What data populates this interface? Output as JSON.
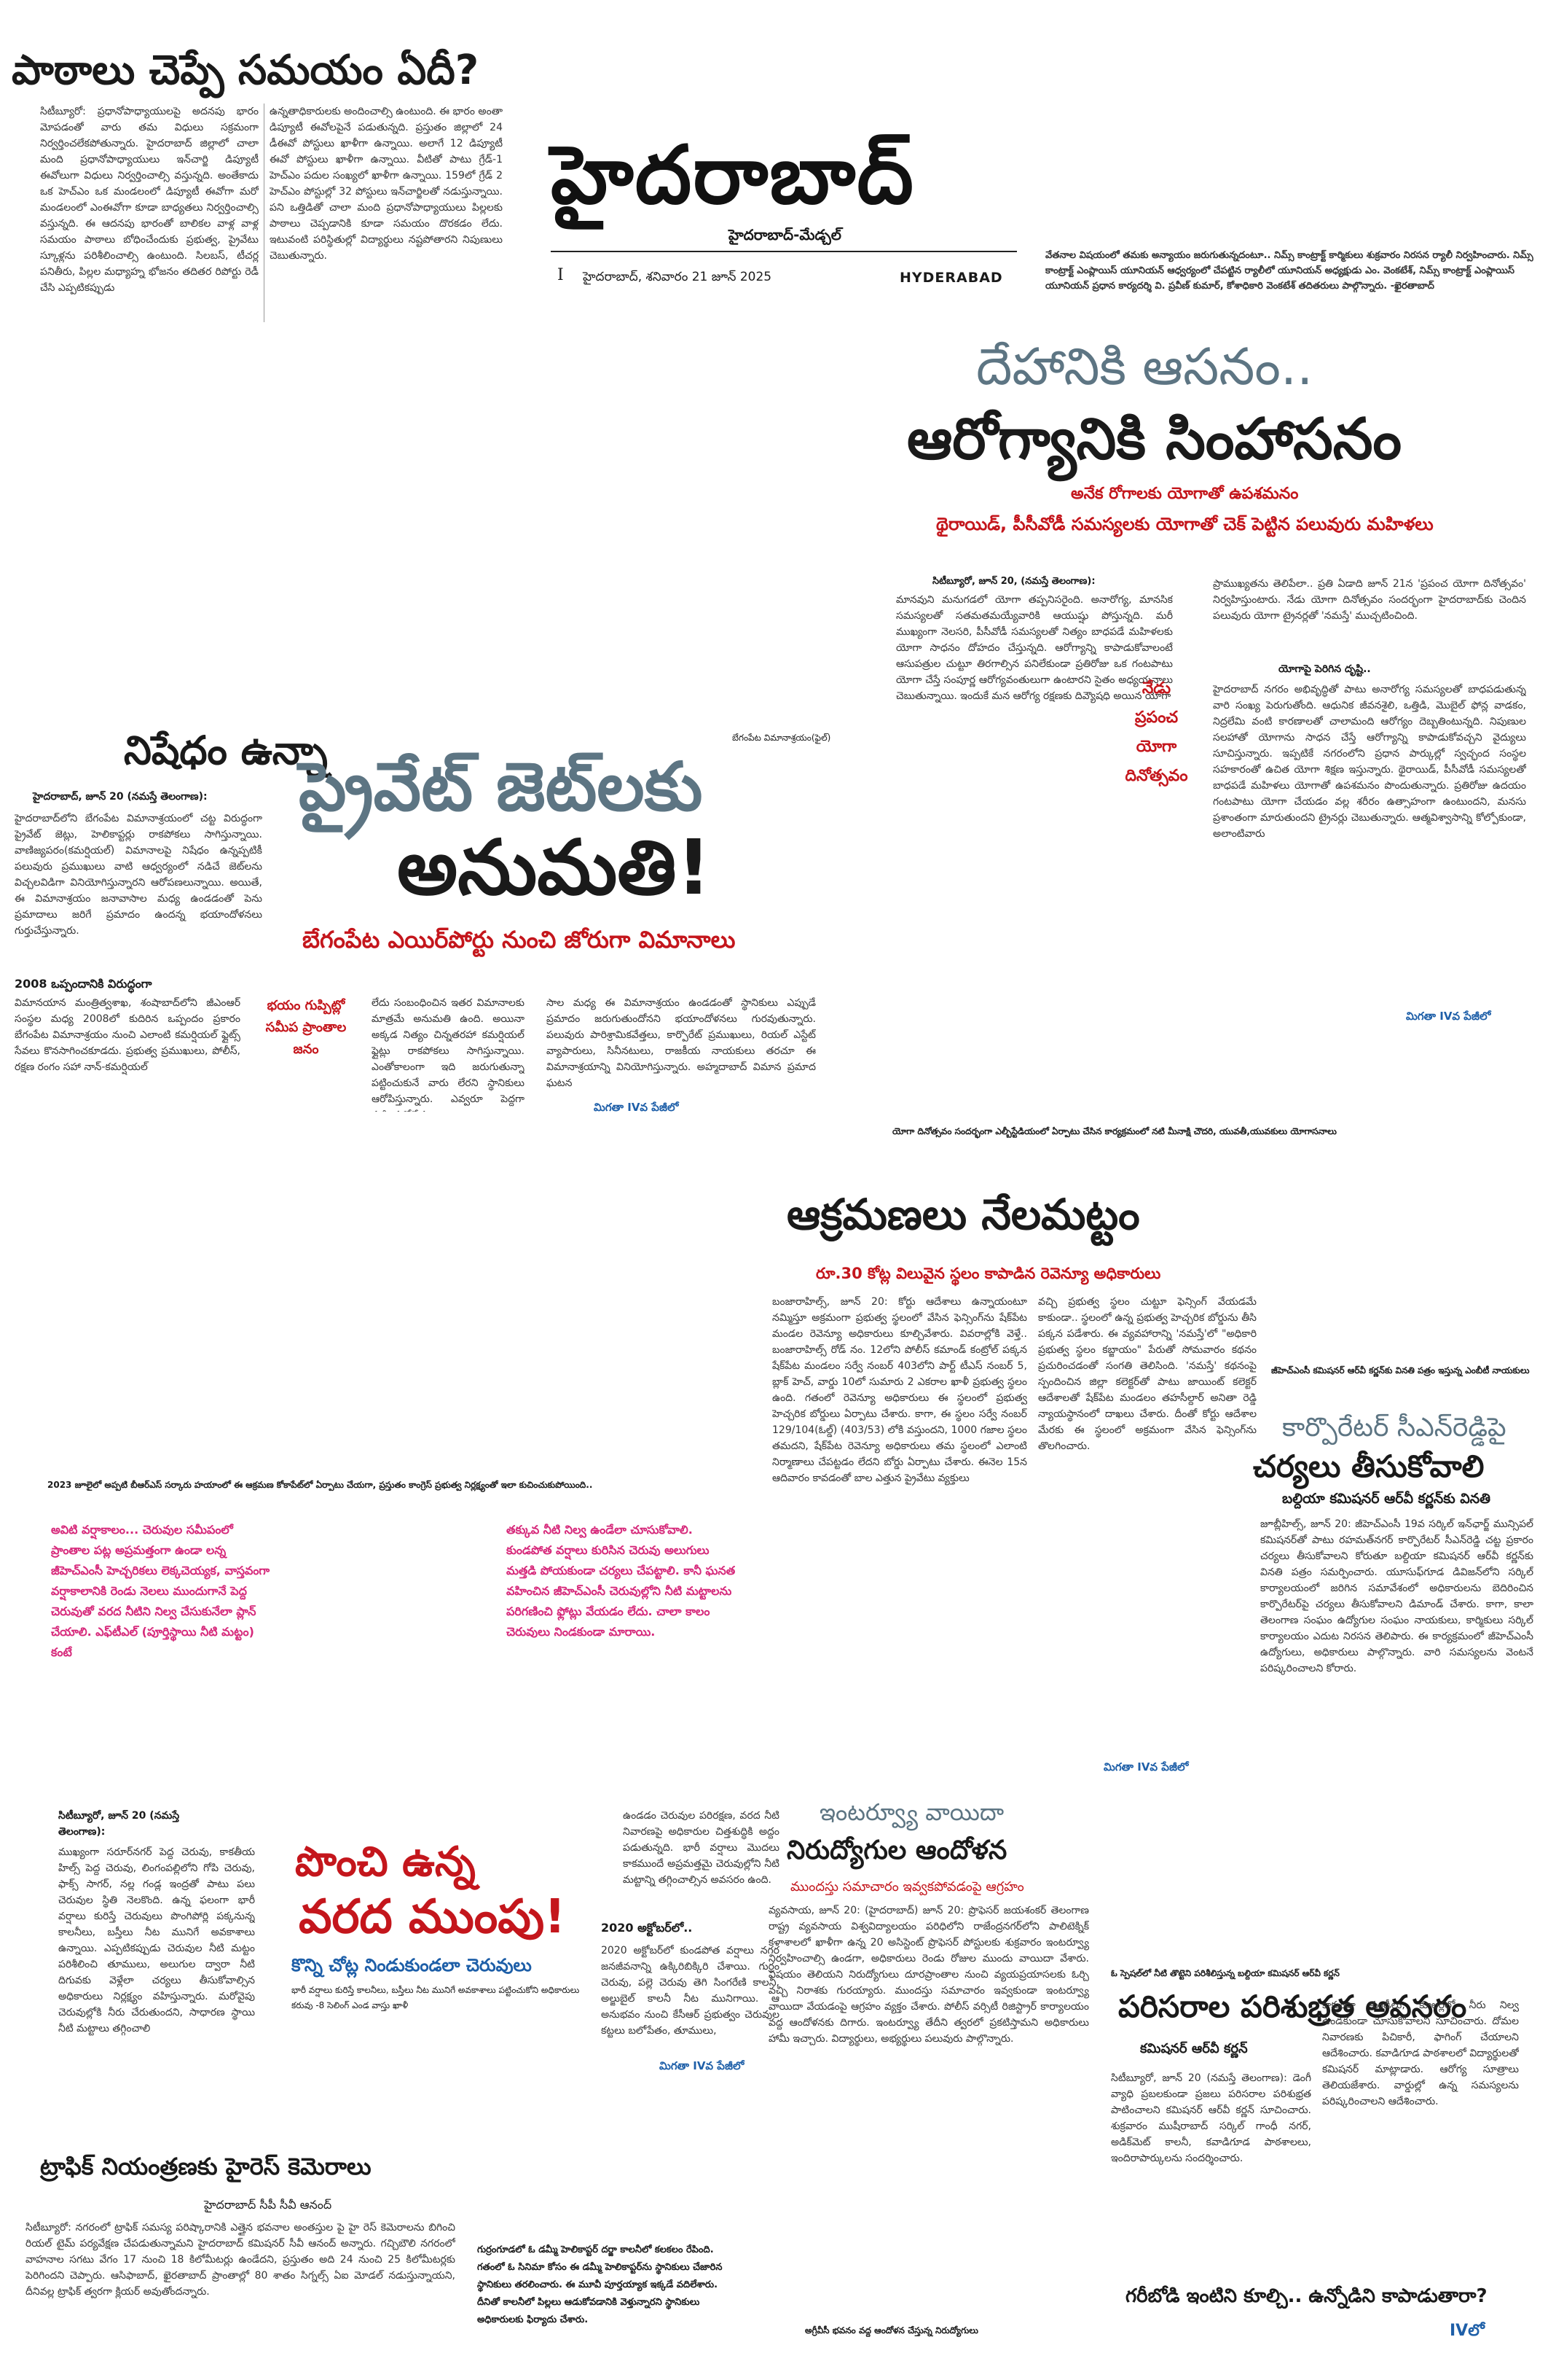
{
  "masthead": {
    "title": "హైదరాబాద్",
    "subtitle": "హైదరాబాద్-మేడ్చల్",
    "edition_mark": "I",
    "dateline": "హైదరాబాద్, శనివారం 21 జూన్ 2025",
    "city_en": "HYDERABAD"
  },
  "top_left_story": {
    "headline": "పాఠాలు చెప్పే సమయం ఏదీ?",
    "col1": "సిటీబ్యూరో: ప్రధానోపాధ్యాయులపై అదనపు భారం మోపడంతో వారు తమ విధులు సక్రమంగా నిర్వర్తించలేకపోతున్నారు. హైదరాబాద్ జిల్లాలో చాలా మంది ప్రధానోపాధ్యాయులు ఇన్‌చార్జి డిప్యూటీ ఈవోలుగా విధులు నిర్వర్తించాల్సి వస్తున్నది. అంతేకాదు ఒక హెచ్‌ఎం ఒక మండలంలో డిప్యూటీ ఈవోగా మరో మండలంలో ఎంఈవోగా కూడా బాధ్యతలు నిర్వర్తించాల్సి వస్తున్నది. ఈ ఆదనపు భారంతో బాలికల వాళ్ల వాళ్ల సమయం పాఠాలు బోధించేందుకు ప్రభుత్వ, ప్రైవేటు స్కూళ్లను పరిశీలించాల్సి ఉంటుంది. సిలబస్, టీచర్ల పనితీరు, పిల్లల మధ్యాహ్న భోజనం తదితర రిపోర్టు రెడీ చేసి ఎప్పటికప్పుడు",
    "col2": "ఉన్నతాధికారులకు అందించాల్సి ఉంటుంది. ఈ భారం అంతా డిప్యూటీ ఈవోలపైనే పడుతున్నది. ప్రస్తుతం జిల్లాలో 24 డీఈవో పోస్టులు ఖాళీగా ఉన్నాయి. అలాగే 12 డిప్యూటీ ఈవో పోస్టులు ఖాళీగా ఉన్నాయి. వీటితో పాటు గ్రేడ్-1 హెచ్‌ఎం పదుల సంఖ్యలో ఖాళీగా ఉన్నాయి. 159లో గ్రేడ్ 2 హెచ్‌ఎం పోస్టుల్లో 32 పోస్టులు ఇన్‌చార్జిలతో నడుస్తున్నాయి. పని ఒత్తిడితో చాలా మంది ప్రధానోపాధ్యాయులు పిల్లలకు పాఠాలు చెప్పడానికి కూడా సమయం దొరకడం లేదు. ఇటువంటి పరిస్థితుల్లో విద్యార్థులు నష్టపోతారని నిపుణులు చెబుతున్నారు."
  },
  "top_right_strip": {
    "text": "వేతనాల విషయంలో తమకు అన్యాయం జరుగుతున్నదంటూ.. నిమ్స్ కాంట్రాక్ట్ కార్మికులు శుక్రవారం నిరసన ర్యాలీ నిర్వహించారు. నిమ్స్ కాంట్రాక్ట్ ఎంప్లాయిస్ యూనియన్ ఆధ్వర్యంలో చేపట్టిన ర్యాలీలో యూనియన్ అధ్యక్షుడు ఎం. వెంకటేశ్, నిమ్స్ కాంట్రాక్ట్ ఎంప్లాయిస్ యూనియన్ ప్రధాన కార్యదర్శి వి. ప్రవీణ్ కుమార్, కోశాధికారి వెంకటేశ్ తదితరులు పాల్గొన్నారు. -ఖైరతాబాద్"
  },
  "yoga_story": {
    "headline_1": "దేహానికి ఆసనం..",
    "headline_2": "ఆరోగ్యానికి సింహాసనం",
    "kicker": "అనేక రోగాలకు యోగాతో ఉపశమనం",
    "subhead": "థైరాయిడ్, పీసీవోడీ సమస్యలకు యోగాతో చెక్ పెట్టిన పలువురు మహిళలు",
    "dateline": "సిటీబ్యూరో, జూన్ 20, (నమస్తే తెలంగాణ):",
    "col1": "మానవుని మనుగడలో యోగా తప్పనిసరైంది. అనారోగ్య, మానసిక సమస్యలతో సతమతమయ్యేవారికి ఆయుష్షు పోస్తున్నది. మరీ ముఖ్యంగా నెలసరి, పీసీవోడీ సమస్యలతో నిత్యం బాధపడే మహిళలకు యోగా సాధనం దోహదం చేస్తున్నది. ఆరోగ్యాన్ని కాపాడుకోవాలంటే ఆసుపత్రుల చుట్టూ తిరగాల్సిన పనిలేకుండా ప్రతిరోజు ఒక గంటపాటు యోగా చేస్తే సంపూర్ణ ఆరోగ్యవంతులుగా ఉంటారని సైతం అధ్యయనాలు చెబుతున్నాయి. ఇందుకే మన ఆరోగ్య రక్షణకు దివ్యౌషధి అయిన యోగా",
    "col2": "ప్రాముఖ్యతను తెలిపేలా.. ప్రతి ఏడాది జూన్ 21న 'ప్రపంచ యోగా దినోత్సవం' నిర్వహిస్తుంటారు. నేడు యోగా దినోత్సవం సందర్భంగా హైదరాబాద్‌కు చెందిన పలువురు యోగా ట్రైనర్లతో 'నమస్తే' ముచ్చటించింది.",
    "subhead_2": "యోగాపై పెరిగిన దృష్టి..",
    "col2b": "హైదరాబాద్ నగరం అభివృద్ధితో పాటు అనారోగ్య సమస్యలతో బాధపడుతున్న వారి సంఖ్య పెరుగుతోంది. ఆధునిక జీవనశైలి, ఒత్తిడి, మొబైల్ ఫోన్ల వాడకం, నిద్రలేమి వంటి కారణాలతో చాలామంది ఆరోగ్యం దెబ్బతింటున్నది. నిపుణుల సలహాతో యోగాను సాధన చేస్తే ఆరోగ్యాన్ని కాపాడుకోవచ్చని వైద్యులు సూచిస్తున్నారు. ఇప్పటికే నగరంలోని ప్రధాన పార్కుల్లో స్వచ్ఛంద సంస్థల సహకారంతో ఉచిత యోగా శిక్షణ ఇస్తున్నారు. థైరాయిడ్, పీసీవోడీ సమస్యలతో బాధపడే మహిళలు యోగాతో ఉపశమనం పొందుతున్నారు. ప్రతిరోజు ఉదయం గంటపాటు యోగా చేయడం వల్ల శరీరం ఉత్సాహంగా ఉంటుందని, మనసు ప్రశాంతంగా మారుతుందని ట్రైనర్లు చెబుతున్నారు. ఆత్మవిశ్వాసాన్ని కోల్పోకుండా, అలాంటివారు",
    "side_box": "నేడు ప్రపంచ యోగా దినోత్సవం",
    "jump": "మిగతా IVవ పేజీలో"
  },
  "jet_story": {
    "headline_1": "నిషేధం ఉన్నా",
    "headline_2": "ప్రైవేట్ జెట్‌లకు",
    "headline_3": "అనుమతి!",
    "subhead": "బేగంపేట ఎయిర్‌పోర్టు నుంచి జోరుగా విమానాలు",
    "photo_caption": "బేగంపేట విమానాశ్రయం(ఫైల్)",
    "dateline": "హైదరాబాద్, జూన్ 20 (నమస్తే తెలంగాణ):",
    "col1": "హైదరాబాద్‌లోని బేగంపేట విమానాశ్రయంలో చట్ట విరుద్ధంగా ప్రైవేట్ జెట్లు, హెలికాప్టర్లు రాకపోకలు సాగిస్తున్నాయి. వాణిజ్యపరం(కమర్షియల్) విమానాలపై నిషేధం ఉన్నప్పటికీ పలువురు ప్రముఖులు వాటి ఆధ్వర్యంలో నడిచే జెట్‌లను విచ్చలవిడిగా వినియోగిస్తున్నారని ఆరోపణలున్నాయి. అయితే, ఈ విమానాశ్రయం జనావాసాల మధ్య ఉండడంతో పెను ప్రమాదాలు జరిగే ప్రమాదం ఉందన్న భయాందోళనలు గుర్తుచేస్తున్నారు.",
    "sub_2008": "2008 ఒప్పందానికి విరుద్ధంగా",
    "col1b": "విమానయాన మంత్రిత్వశాఖ, శంషాబాద్‌లోని జీఎంఆర్ సంస్థల మధ్య 2008లో కుదిరిన ఒప్పందం ప్రకారం బేగంపేట విమానాశ్రయం నుంచి ఎలాంటి కమర్షియల్ ఫ్లైట్స్ సేవలు కొనసాగించకూడదు. ప్రభుత్వ ప్రముఖులు, పోలీస్, రక్షణ రంగం సహా నాన్-కమర్షియల్",
    "pull_quote": "భయం గుప్పిట్లో సమీప ప్రాంతాల జనం",
    "col2": "లేదు సంబంధించిన ఇతర విమానాలకు మాత్రమే అనుమతి ఉంది. అయినా అక్కడ నిత్యం చిన్నతరహా కమర్షియల్ ఫ్లైట్లు రాకపోకలు సాగిస్తున్నాయి. ఎంతోకాలంగా ఇది జరుగుతున్నా పట్టించుకునే వారు లేరని స్థానికులు ఆరోపిస్తున్నారు. ఎవ్వరూ పెద్దగా పట్టించుకోలేదు. కాగా జిల్లాల అహ్మదాబాద్‌లో ఎయిర్ ఇండియా విమాన ప్రమాదం జరిగిన తర్వాత బేగంపేట ఎయిర్‌పోర్టుపై చర్చ మొదలైంది.",
    "col3": "సాల మధ్య ఈ విమానాశ్రయం ఉండడంతో స్థానికులు ఎప్పుడే ప్రమాదం జరుగుతుందోనని భయాందోళనలు గురవుతున్నారు. పలువురు పారిశ్రామికవేత్తలు, కార్పొరేట్ ప్రముఖులు, రియల్ ఎస్టేట్ వ్యాపారులు, సినీనటులు, రాజకీయ నాయకులు తరచూ ఈ విమానాశ్రయాన్ని వినియోగిస్తున్నారు. అహ్మదాబాద్ విమాన ప్రమాద ఘటన",
    "jump": "మిగతా IVవ పేజీలో"
  },
  "yoga_photo_caption": "యోగా దినోత్సవం సందర్భంగా ఎల్బీస్టేడియంలో ఏర్పాటు చేసిన కార్యక్రమంలో నటి మీనాక్షి చౌదరి, యువతీ,యువకులు యోగాసనాలు",
  "encroach_story": {
    "headline": "ఆక్రమణలు నేలమట్టం",
    "subhead": "రూ.30 కోట్ల విలువైన స్థలం కాపాడిన రెవెన్యూ అధికారులు",
    "col1": "బంజారాహిల్స్, జూన్ 20: కోర్టు ఆదేశాలు ఉన్నాయంటూ నమ్మిస్తూ అక్రమంగా ప్రభుత్వ స్థలంలో వేసిన ఫెన్సింగ్‌ను షేక్‌పేట మండల రెవెన్యూ అధికారులు కూల్చివేశారు. వివరాల్లోకి వెళ్తే.. బంజారాహిల్స్ రోడ్ నం. 12లోని పోలీస్ కమాండ్ కంట్రోల్ పక్కన షేక్‌పేట మండలం సర్వే నంబర్ 403లోని పార్ట్ టీఎస్ నంబర్ 5, బ్లాక్ హెచ్, వార్డు 10లో సుమారు 2 ఎకరాల ఖాళీ ప్రభుత్వ స్థలం ఉంది. గతంలో రెవెన్యూ అధికారులు ఈ స్థలంలో ప్రభుత్వ హెచ్చరిక బోర్డులు ఏర్పాటు చేశారు. కాగా, ఈ స్థలం సర్వే నంబర్ 129/104(ఓల్డ్) (403/53) లోకి వస్తుందని, 1000 గజాల స్థలం తమదని, షేక్‌పేట రెవెన్యూ అధికారులు తమ స్థలంలో ఎలాంటి నిర్మాణాలు చేపట్టడం లేదని బోర్డు ఏర్పాటు చేశారు. ఈనెల 15న ఆదివారం కావడంతో బాల ఎత్తున ప్రైవేటు వ్యక్తులు",
    "col2": "వచ్చి ప్రభుత్వ స్థలం చుట్టూ ఫెన్సింగ్ వేయడమే కాకుండా.. స్థలంలో ఉన్న ప్రభుత్వ హెచ్చరిక బోర్డును తీసి పక్కన పడేశారు. ఈ వ్యవహారాన్ని 'నమస్తే'లో \"అధికారి ప్రభుత్వ స్థలం కబ్జాయం\" పేరుతో సోమవారం కథనం ప్రచురించడంతో సంగతి తెలిసింది. 'నమస్తే' కథనంపై స్పందించిన జిల్లా కలెక్టర్‌తో పాటు జాయింట్ కలెక్టర్ ఆదేశాలతో షేక్‌పేట మండలం తహసీల్దార్ అనితా రెడ్డి న్యాయస్థానంలో దాఖలు చేశారు. దీంతో కోర్టు ఆదేశాల మేరకు ఈ స్థలంలో అక్రమంగా వేసిన ఫెన్సింగ్‌ను తొలగించారు.",
    "jump": "మిగతా IVవ పేజీలో"
  },
  "corporator_story": {
    "kicker": "జీహెచ్‌ఎంసీ కమిషనర్ ఆర్‌వీ కర్ణన్‌కు వినతి పత్రం ఇస్తున్న ఎంబీటీ నాయకులు",
    "headline_1": "కార్పొరేటర్ సీఎన్‌రెడ్డిపై",
    "headline_2": "చర్యలు తీసుకోవాలి",
    "subhead": "బల్దియా కమిషనర్ ఆర్‌వీ కర్ణన్‌కు వినతి",
    "col": "జూబ్లీహిల్స్, జూన్ 20: జీహెచ్‌ఎంసీ 19వ సర్కిల్ ఇన్‌ఛార్జ్ మున్సిపల్ కమిషనర్‌తో పాటు రహమత్‌నగర్ కార్పొరేటర్ సీఎన్‌రెడ్డి చట్ట ప్రకారం చర్యలు తీసుకోవాలని కోరుతూ బల్దియా కమిషనర్ ఆర్‌వీ కర్ణన్‌కు వినతి పత్రం సమర్పించారు. యూసుఫ్‌గూడ డివిజన్‌లోని సర్కిల్ కార్యాలయంలో జరిగిన సమావేశంలో అధికారులను బెదిరించిన కార్పొరేటర్‌పై చర్యలు తీసుకోవాలని డిమాండ్ చేశారు. కాగా, కాలా తెలంగాణ సంఘం ఉద్యోగుల సంఘం నాయకులు, కార్మికులు సర్కిల్ కార్యాలయం ఎదుట నిరసన తెలిపారు. ఈ కార్యక్రమంలో జీహెచ్‌ఎంసీ ఉద్యోగులు, అధికారులు పాల్గొన్నారు. వారి సమస్యలను వెంటనే పరిష్కరించాలని కోరారు."
  },
  "lakes_caption": "2023 జూలైలో అప్పటి బీఆర్‌ఎస్ సర్కారు హయాంలో ఈ ఆక్రమణ కోకాపేట్‌లో ఏర్పాటు చేయగా, ప్రస్తుతం కాంగ్రెస్ ప్రభుత్వ నిర్లక్ష్యంతో ఇలా కుచించుకుపోయింది..",
  "pink_quotes": {
    "left": "అవిటి వర్షాకాలం... చెరువుల సమీపంలో ప్రాంతాల పట్ల అప్రమత్తంగా ఉండా లన్న జీహెచ్‌ఎంసీ హెచ్చరికలు లెక్కచెయ్యక, వాస్తవంగా వర్షాకాలానికి రెండు నెలలు ముందుగానే పెద్ద చెరువుతో వరద నీటిని నిల్వ చేసుకునేలా ప్లాన్ చేయాలి. ఎఫ్‌టీఎల్ (పూర్తిస్థాయి నీటి మట్టం) కంటే",
    "right": "తక్కువ నీటి నిల్వ ఉండేలా చూసుకోవాలి. కుండపోత వర్షాలు కురిసిన చెరువు అలుగులు మత్తడి పోయకుండా చర్యలు చేపట్టాలి. కానీ ఘనత వహించిన జీహెచ్‌ఎంసీ చెరువుల్లోని నీటి మట్టాలను పరిగణించి ఫ్లోట్లు వేయడం లేదు. చాలా కాలం చెరువులు నిండకుండా మారాయి."
  },
  "flood_story": {
    "headline_1": "పొంచి ఉన్న",
    "headline_2": "వరద ముంపు!",
    "subhead": "కొన్ని చోట్ల నిండుకుండలా చెరువులు",
    "summary": "భారీ వర్షాలు కురిస్తే కాలనీలు, బస్తీలు నీట మునిగే అవకాశాలు పట్టించుకోని అధికారులు కరువు -8 సెలింగ్ ఎండ వాస్తు ఖాళీ",
    "dateline": "సిటీబ్యూరో, జూన్ 20 (నమస్తే తెలంగాణ):",
    "col1": "ముఖ్యంగా సరూర్‌నగర్ పెద్ద చెరువు, కాకతీయ హిల్స్ పెద్ద చెరువు, లింగంపల్లిలోని గోపి చెరువు, ఫాక్స్ సాగర్, నల్ల గండ్ల ఇంద్రతో పాటు పలు చెరువుల స్థితి నెలకొంది. ఉన్న ఫలంగా భారీ వర్షాలు కురిస్తే చెరువులు పొంగిపోర్లి పక్కనున్న కాలనీలు, బస్తీలు నీట మునిగే అవకాశాలు ఉన్నాయి. ఎప్పటికప్పుడు చెరువుల నీటి మట్టం పరిశీలించి తూములు, అలుగుల ద్వారా నీటి దిగువకు వెళ్లేలా చర్యలు తీసుకోవాల్సిన అధికారులు నిర్లక్ష్యం వహిస్తున్నారు. మరోవైపు చెరువుల్లోకి నీరు చేరుతుందని, సాధారణ స్థాయి నీటి మట్టాలు తగ్గించాలి",
    "col2": "ఉండడం చెరువుల పరిరక్షణ, వరద నీటి నివారణపై అధికారుల చిత్తశుద్ధికి అద్దం పడుతున్నది. భారీ వర్షాలు మొదలు కాకముందే అప్రమత్తమై చెరువుల్లోని నీటి మట్టాన్ని తగ్గించాల్సిన అవసరం ఉంది.",
    "sub_2020": "2020 అక్టోబర్‌లో..",
    "col2b": "2020 అక్టోబర్‌లో కుండపోత వర్షాలు నగర జనజీవనాన్ని ఉక్కిరిబిక్కిరి చేశాయి. గుర్రం చెరువు, పల్లె చెరువు తెగి సింగరేణి కాలనీ, అల్జుబైల్ కాలనీ నీట మునిగాయి. ఆ అనుభవం నుంచి కేసీఆర్ ప్రభుత్వం చెరువుల కట్టలు బలోపేతం, తూములు,",
    "jump": "మిగతా IVవ పేజీలో"
  },
  "interview_story": {
    "kicker": "ఇంటర్వ్యూ వాయిదా",
    "headline": "నిరుద్యోగుల ఆందోళన",
    "subhead": "ముందస్తు సమాచారం ఇవ్వకపోవడంపై ఆగ్రహం",
    "col": "వ్యవసాయ, జూన్ 20: (హైదరాబాద్) జూన్ 20: ప్రొఫెసర్ జయశంకర్ తెలంగాణ రాష్ట్ర వ్యవసాయ విశ్వవిద్యాలయం పరిధిలోని రాజేంద్రనగర్‌లోని పాలిటెక్నిక్ కళాశాలలో ఖాళీగా ఉన్న 20 అసిస్టెంట్ ప్రొఫెసర్ పోస్టులకు శుక్రవారం ఇంటర్వ్యూ నిర్వహించాల్సి ఉండగా, అధికారులు రెండు రోజుల ముందు వాయిదా వేశారు. విషయం తెలియని నిరుద్యోగులు దూరప్రాంతాల నుంచి వ్యయప్రయాసలకు ఓర్చి వచ్చి నిరాశకు గురయ్యారు. ముందస్తు సమాచారం ఇవ్వకుండా ఇంటర్వ్యూ వాయిదా వేయడంపై ఆగ్రహం వ్యక్తం చేశారు. పోలీస్ వర్సిటీ రిజిస్ట్రార్ కార్యాలయం వద్ద ఆందోళనకు దిగారు. ఇంటర్వ్యూ తేదీని త్వరలో ప్రకటిస్తామని అధికారులు హామీ ఇచ్చారు. విద్యార్థులు, అభ్యర్థులు పలువురు పాల్గొన్నారు.",
    "caption": "అగ్రీవీసీ భవనం వద్ద ఆందోళన చేస్తున్న నిరుద్యోగులు"
  },
  "environment_story": {
    "kicker": "ఓ స్పెషల్‌లో నీటి తొట్టెని పరిశీలిస్తున్న బల్దియా కమిషనర్ ఆర్‌వీ కర్ణన్",
    "headline": "పరిసరాల పరిశుభ్రత అవసరం",
    "subhead": "కమిషనర్ ఆర్‌వీ కర్ణన్",
    "col1": "సిటీబ్యూరో, జూన్ 20 (నమస్తే తెలంగాణ): డెంగీ వ్యాధి ప్రబలకుండా ప్రజలు పరిసరాల పరిశుభ్రత పాటించాలని కమిషనర్ ఆర్‌వీ కర్ణన్ సూచించారు. శుక్రవారం ముషీరాబాద్ సర్కిల్ గాంధీ నగర్, అడిక్‌మెట్ కాలనీ, కవాడిగూడ పాఠశాలలు, ఇందిరాపార్కులను సందర్శించారు.",
    "col2": "కాకుండా కుండీలు, కూలర్లలో నీరు నిల్వ ఉండకుండా చూసుకోవాలని సూచించారు. దోమల నివారణకు పిచికారీ, ఫాగింగ్ చేయాలని ఆదేశించారు. కవాడిగూడ పాఠశాలలో విద్యార్థులతో కమిషనర్ మాట్లాడారు. ఆరోగ్య సూత్రాలు తెలియజేశారు. వార్డుల్లో ఉన్న సమస్యలను పరిష్కరించాలని ఆదేశించారు.",
    "question": "గరీబోడి ఇంటిని కూల్చి.. ఉన్నోడిని కాపాడుతారా?",
    "jump": "IVలో"
  },
  "traffic_story": {
    "headline": "ట్రాఫిక్ నియంత్రణకు హైరెస్ కెమెరాలు",
    "subhead": "హైదరాబాద్ సీపీ సీవీ ఆనంద్",
    "col": "సిటీబ్యూరో: నగరంలో ట్రాఫిక్ సమస్య పరిష్కారానికి ఎత్తైన భవనాల అంతస్తుల పై హై రెస్ కెమెరాలను బిగించి రియల్ టైమ్ పర్యవేక్షణ చేపడుతున్నామని హైదరాబాద్ కమిషనర్ సీవీ ఆనంద్ అన్నారు. గచ్చిబౌలి నగరంలో వాహనాల సగటు వేగం 17 నుంచి 18 కిలోమీటర్లు ఉండేదని, ప్రస్తుతం అది 24 నుంచి 25 కిలోమీటర్లకు పెరిగిందని చెప్పారు. ఆసిఫాబాద్, ఖైరతాబాద్ ప్రాంతాల్లో 80 శాతం సిగ్నల్స్ ఏఐ మోడల్ నడుస్తున్నాయని, దీనివల్ల ట్రాఫిక్ త్వరగా క్లియర్ అవుతోందన్నారు.",
    "side_note": "గుర్రంగూడలో ఓ డమ్మీ హెలికాప్టర్ దర్జా కాలనీలో కలకలం రేపింది. గతంలో ఓ సినిమా కోసం ఈ డమ్మీ హెలికాప్టర్‌ను స్థానికులు చేజారిన స్థానికులు తరలించారు. ఈ మూవీ పూర్తయ్యాక ఇక్కడే వదిలేశారు. దీనితో కాలనీలో పిల్లలు ఆడుకోవడానికి వెళ్తున్నారని స్థానికులు అధికారులకు ఫిర్యాదు చేశారు."
  }
}
